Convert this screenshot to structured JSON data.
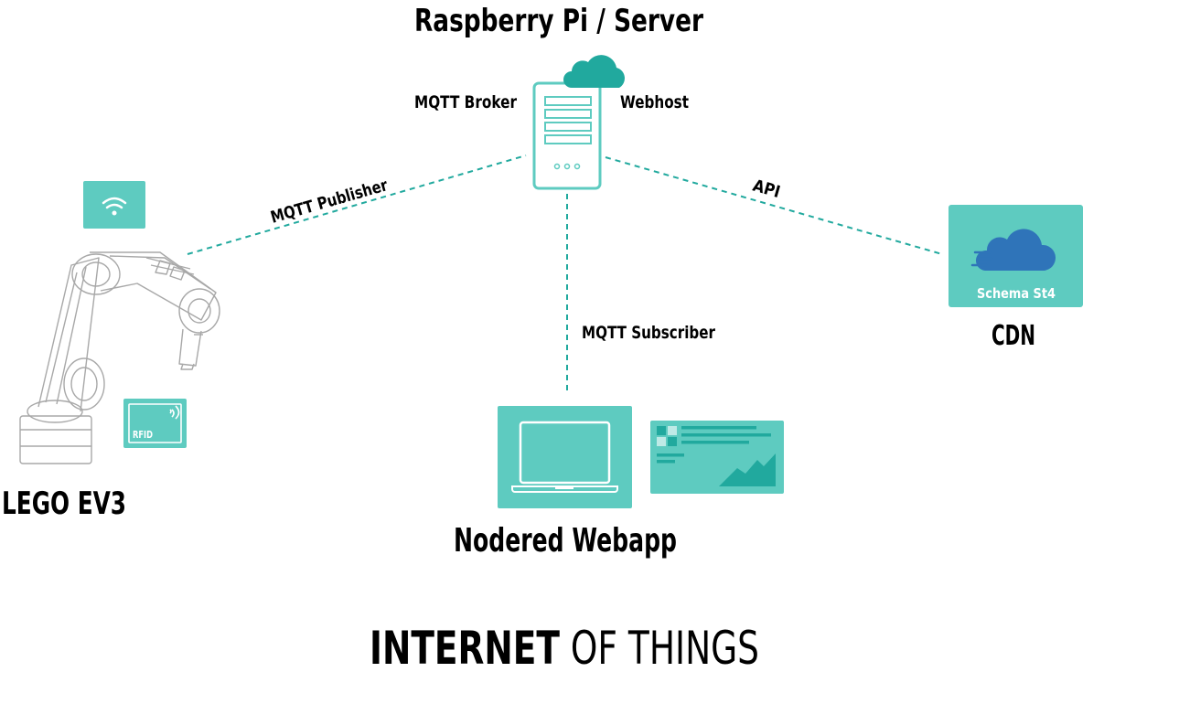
{
  "colors": {
    "teal": "#5ecbc0",
    "teal_dark": "#21a99e",
    "cloud_blue": "#2f74b9",
    "outline": "#a8a8a8",
    "text": "#000000"
  },
  "server": {
    "title": "Raspberry Pi / Server",
    "left_label": "MQTT Broker",
    "right_label": "Webhost"
  },
  "robot": {
    "title": "LEGO EV3",
    "rfid_label": "RFID"
  },
  "cdn": {
    "title": "CDN",
    "card_label": "Schema St4"
  },
  "webapp": {
    "title": "Nodered Webapp"
  },
  "links": {
    "publisher": "MQTT Publisher",
    "subscriber": "MQTT Subscriber",
    "api": "API"
  },
  "footer": {
    "bold": "INTERNET",
    "rest": " OF THINGS"
  },
  "icons": [
    "cloud-icon",
    "server-icon",
    "wifi-icon",
    "robot-arm-icon",
    "rfid-icon",
    "laptop-icon",
    "dashboard-icon"
  ]
}
